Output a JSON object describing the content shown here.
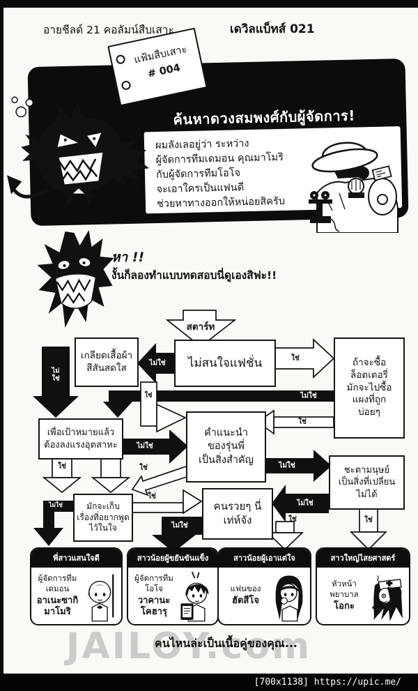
{
  "header": {
    "left": "อายชีลด์ 21 คอลัมน์สืบเสาะ",
    "right": "เดวิลแบ็ทส์ 021"
  },
  "file_card": {
    "title": "แฟ้มสืบเสาะ",
    "number": "# 004"
  },
  "intro": {
    "title": "ค้นหาดวงสมพงศ์กับผู้จัดการ!",
    "lines": [
      "ผมลังเลอยู่ว่า ระหว่าง",
      "ผู้จัดการทีมเดมอน คุณมาโมริ",
      "กับผู้จัดการทีมโอโจ",
      "จะเอาใครเป็นแฟนดี",
      "ช่วยหาทางออกให้หน่อยสิครับ"
    ]
  },
  "quote": {
    "line1": "หา !!",
    "line2": "งั้นก็ลองทำแบบทดสอบนี่ดูเองสิฟะ!!"
  },
  "flowchart": {
    "start_label": "สตาร์ท",
    "yes_label": "ใช่",
    "no_label": "ไม่ใช่",
    "no_label_stacked": "ไม่\nใช่",
    "questions": [
      {
        "text": "ไม่สนใจแฟชั่น"
      },
      {
        "text": "เกลียดเสื้อผ้า\nสีสันสดใส"
      },
      {
        "text": "ถ้าจะซื้อ\nล็อตเตอรี่\nมักจะไปซื้อ\nแผงที่ถูก\nบ่อยๆ"
      },
      {
        "text": "เพื่อเป้าหมายแล้ว\nต้องลงแรงอุตสาหะ"
      },
      {
        "text": "คำแนะนำ\nของรุ่นพี่\nเป็นสิ่งสำคัญ"
      },
      {
        "text": "ชะตามนุษย์\nเป็นสิ่งที่เปลี่ยน\nไม่ได้"
      },
      {
        "text": "มักจะเก็บ\nเรื่องที่อยากพูด\nไว้ในใจ"
      },
      {
        "text": "คนรวยๆ นี่\nเท่ห์จัง"
      }
    ],
    "results": [
      {
        "header": "พี่สาวแสนใจดี",
        "role": "ผู้จัดการทีม\nเดมอน",
        "name": "อาเนะซากิ\nมาโมริ"
      },
      {
        "header": "สาวน้อยผู้ขยันขันแข็ง",
        "role": "ผู้จัดการทีม\nโอโจ",
        "name": "วาคานะ\nโคฮารุ"
      },
      {
        "header": "สาวน้อยผู้เอาแต่ใจ",
        "role": "แฟนของ",
        "name": "ฮัตสีโจ"
      },
      {
        "header": "สาวใหญ่ไสยศาสตร์",
        "role": "หัวหน้า\nพยาบาล",
        "name": "โอกะ"
      }
    ]
  },
  "footer": {
    "caption": "คนไหนล่ะเป็นเนื้อคู่ของคุณ...",
    "watermark": "JAILOY.com",
    "bar_text": "[700x1138] https://upic.me/"
  }
}
